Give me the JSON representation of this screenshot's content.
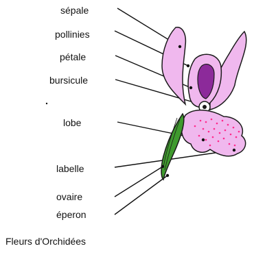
{
  "labels": {
    "sepale": "sépale",
    "pollinies": "pollinies",
    "petale": "pétale",
    "bursicule": "bursicule",
    "lobe": "lobe",
    "labelle": "labelle",
    "ovaire": "ovaire",
    "eperon": "éperon"
  },
  "caption": "Fleurs d'Orchidées",
  "colors": {
    "petal_fill": "#f0b8ee",
    "petal_outline": "#1a1a1a",
    "column_fill": "#8c2a9a",
    "ovary_fill": "#3f9a2e",
    "dots": "#ff2a8c"
  }
}
